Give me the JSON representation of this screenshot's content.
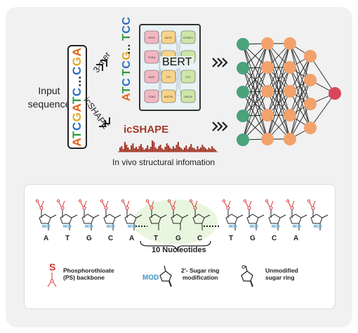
{
  "top": {
    "input_label": "Input\nsequence",
    "sequence": {
      "letters": [
        "A",
        "T",
        "C",
        "G",
        "A",
        "T",
        "C",
        "…",
        "C",
        "G",
        "A"
      ],
      "text": "ATCGATC…CGA"
    },
    "kmer_label": "3-mer",
    "kmers": [
      "ATC",
      "TCG",
      "…",
      "TCC"
    ],
    "icshape_arrow_label": "icSHAPE",
    "bert_label": "BERT",
    "bert_tokens_left": [
      "ATCG",
      "TCGA",
      "GATC",
      "TCAG"
    ],
    "bert_tokens_mid": [
      "AGTC",
      "ATC",
      "CG",
      "AGCTA"
    ],
    "bert_tokens_right": [
      "CCGATC",
      "CAG",
      "CTC",
      "CATCA"
    ],
    "icshape_title": "icSHAPE",
    "structural_caption": "In vivo structural infomation",
    "network_layers": [
      5,
      5,
      5,
      4,
      1
    ]
  },
  "bottom": {
    "backbone_letters": [
      "A",
      "T",
      "G",
      "C",
      "A",
      "T",
      "G",
      "C",
      "T",
      "G",
      "C",
      "A"
    ],
    "mod_label": "MOD",
    "s_label": "S",
    "brace_label": "10 Nucleotides",
    "legend": {
      "ps_label": "Phosphorothioate\n(PS) backbone",
      "sugar_mod_label": "2'- Sugar ring\nmodification",
      "unmod_label": "Unmodified\nsugar ring",
      "mod_text": "MOD",
      "s_text": "S"
    }
  },
  "colors": {
    "seq_A": "#e0671d",
    "seq_T": "#2e9b3a",
    "seq_C": "#2b6fc2",
    "seq_G": "#e0a822",
    "node_input": "#4aa37b",
    "node_hidden": "#f2a26b",
    "node_output": "#d9465a",
    "icshape": "#a33a2a",
    "mod": "#3b96c9",
    "s_red": "#d8312f"
  }
}
